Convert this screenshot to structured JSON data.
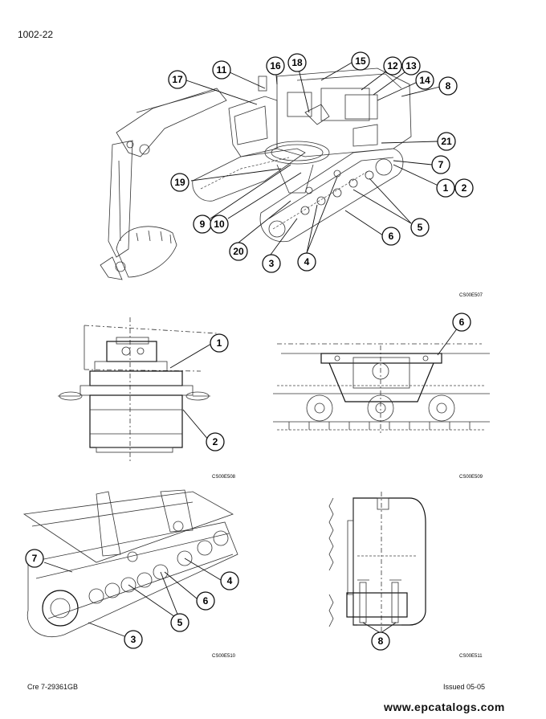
{
  "page": {
    "number": "1002-22",
    "footer_left": "Cre  7-29361GB",
    "footer_right": "Issued 05-05",
    "watermark": "www.epcatalogs.com"
  },
  "figures": {
    "main": {
      "code": "CS00E507",
      "callouts": [
        "17",
        "11",
        "16",
        "18",
        "15",
        "12",
        "13",
        "14",
        "8",
        "21",
        "7",
        "1",
        "2",
        "19",
        "9",
        "10",
        "5",
        "6",
        "20",
        "3",
        "4"
      ]
    },
    "drive": {
      "code": "CS00E508",
      "callouts": [
        "1",
        "2"
      ]
    },
    "roller": {
      "code": "CS00E509",
      "callouts": [
        "6"
      ]
    },
    "track": {
      "code": "CS00E510",
      "callouts": [
        "7",
        "4",
        "6",
        "5",
        "3"
      ]
    },
    "frame": {
      "code": "CS00E511",
      "callouts": [
        "8"
      ]
    }
  }
}
